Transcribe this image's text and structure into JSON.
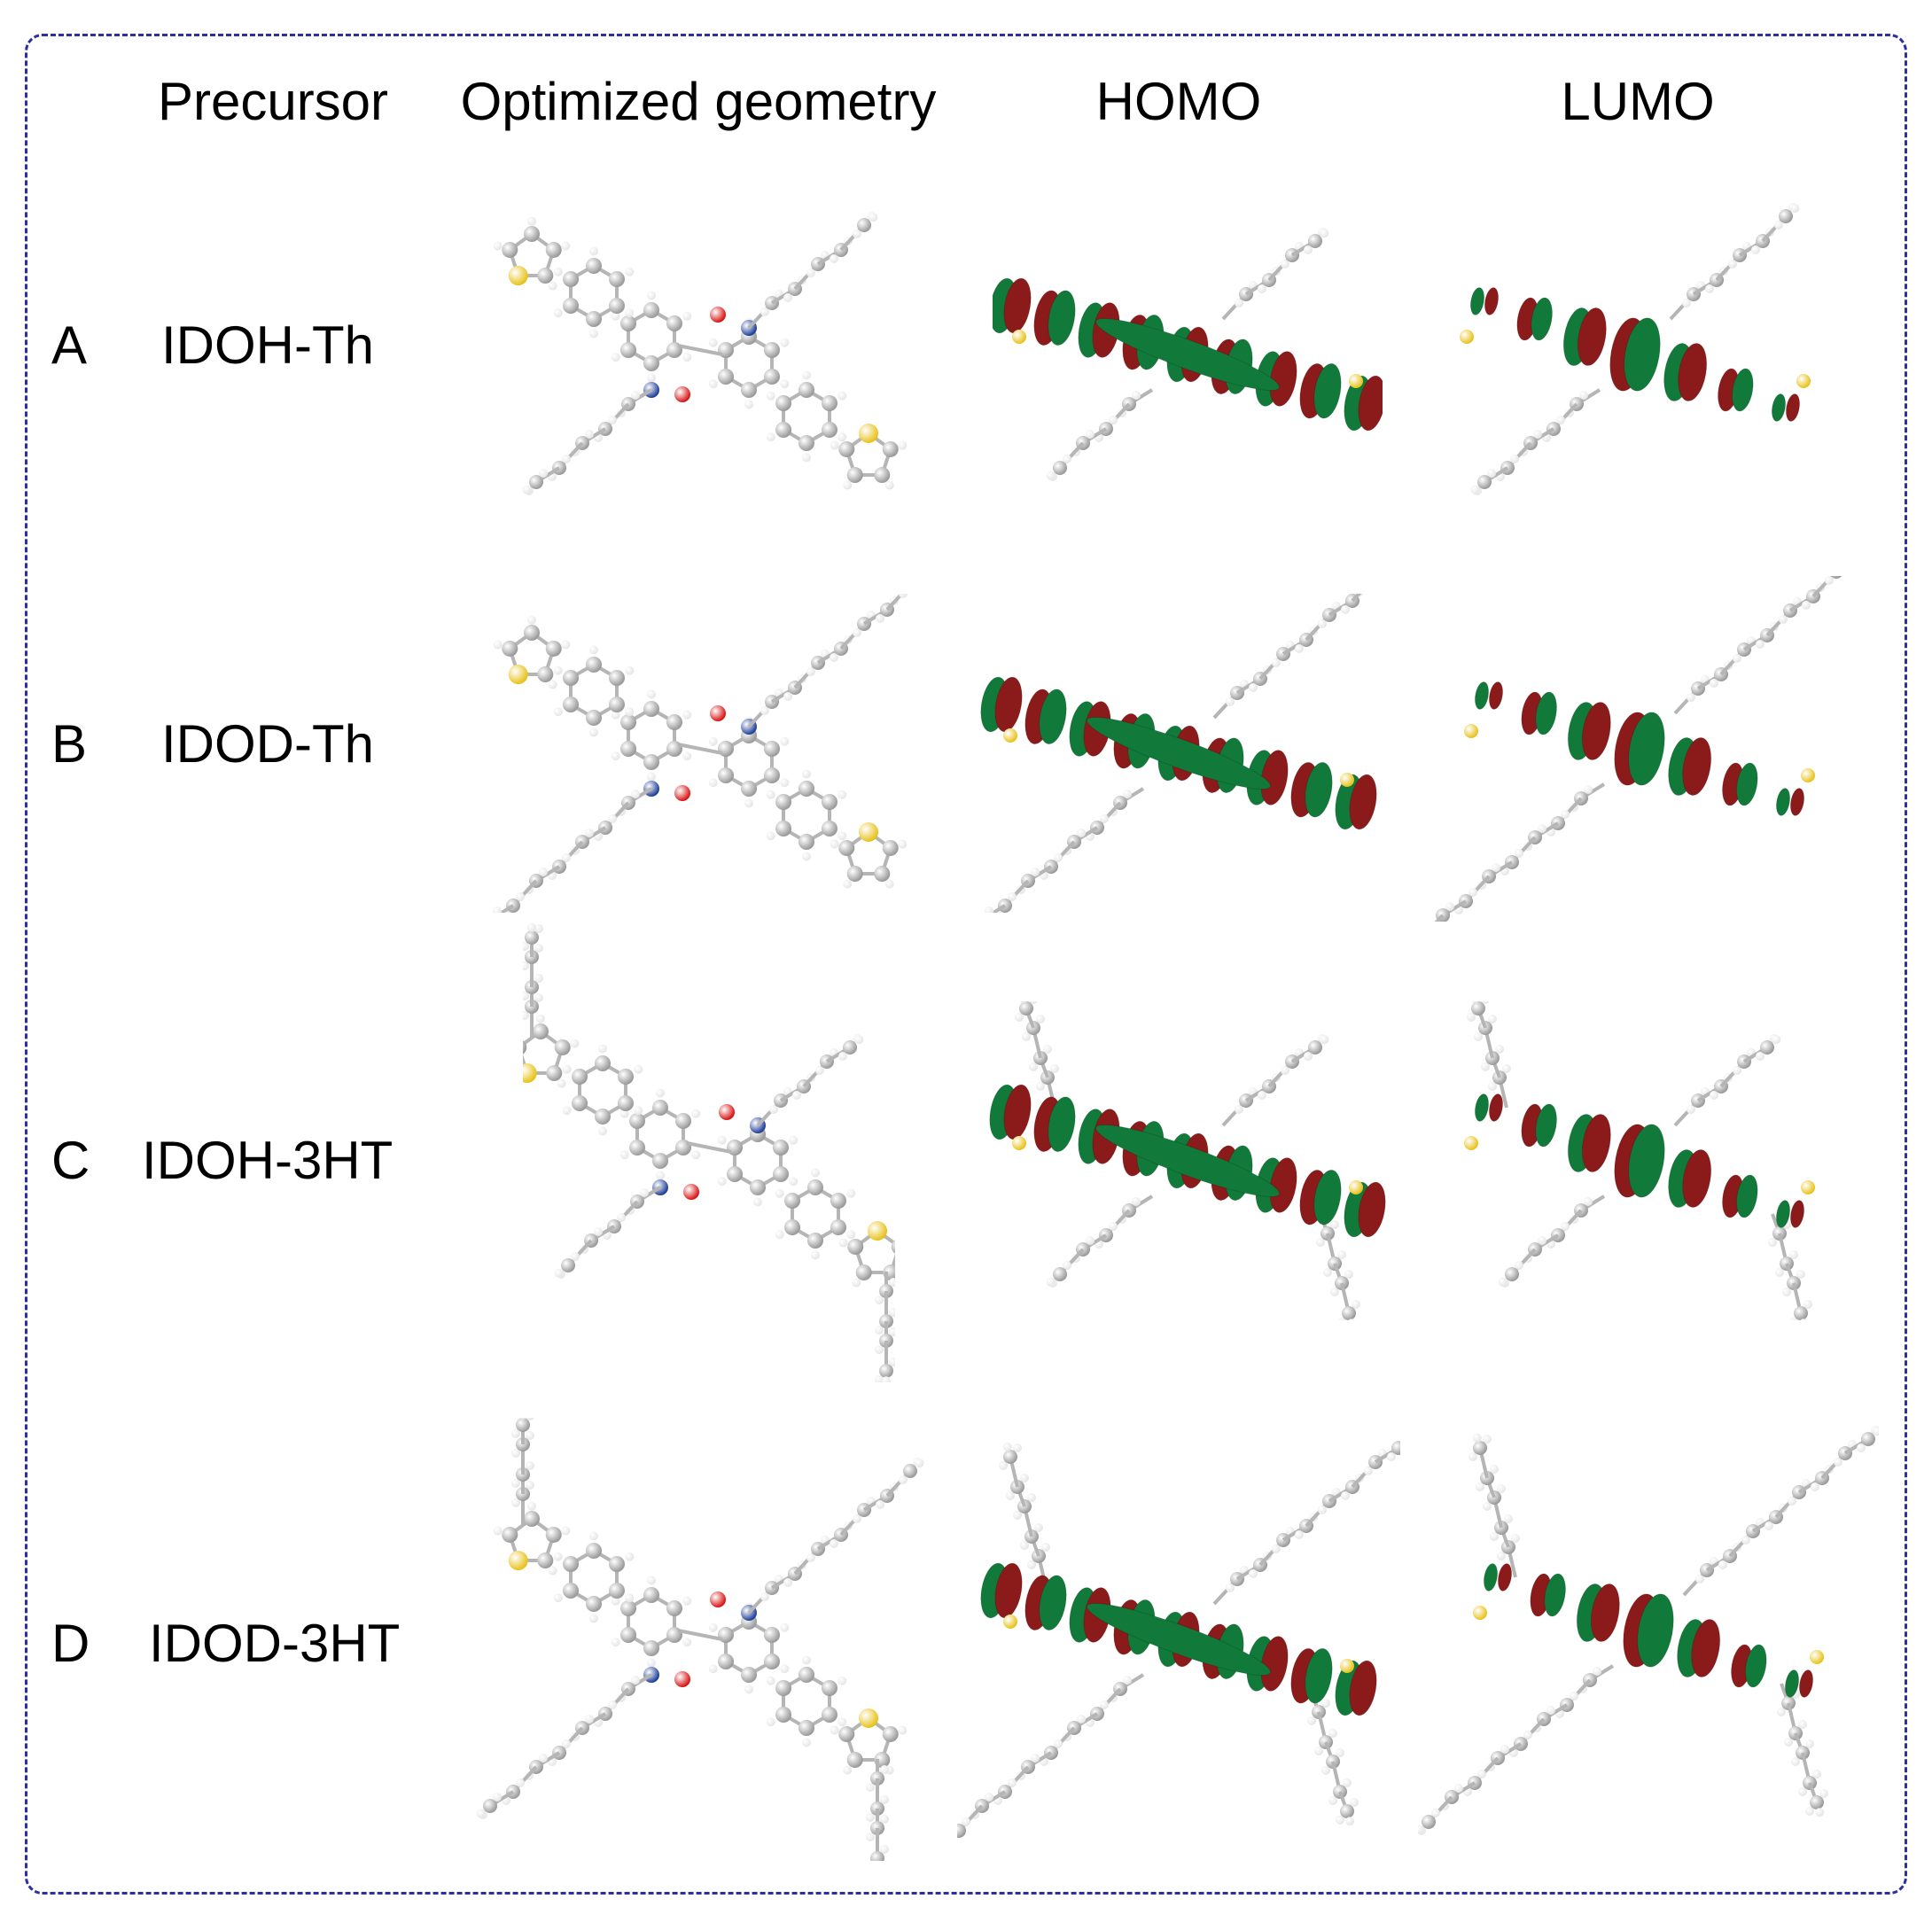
{
  "headers": {
    "precursor": "Precursor",
    "geometry": "Optimized geometry",
    "homo": "HOMO",
    "lumo": "LUMO"
  },
  "rows": [
    {
      "letter": "A",
      "name": "IDOH-Th"
    },
    {
      "letter": "B",
      "name": "IDOD-Th"
    },
    {
      "letter": "C",
      "name": "IDOH-3HT"
    },
    {
      "letter": "D",
      "name": "IDOD-3HT"
    }
  ],
  "colors": {
    "border": "#2b2fa0",
    "carbon": "#9a9a9a",
    "hydrogen": "#e6e6e6",
    "nitrogen": "#1f3f9a",
    "oxygen": "#d81414",
    "sulfur": "#e8c21a",
    "orbital_positive": "#8b1a1a",
    "orbital_negative": "#117a3a"
  }
}
